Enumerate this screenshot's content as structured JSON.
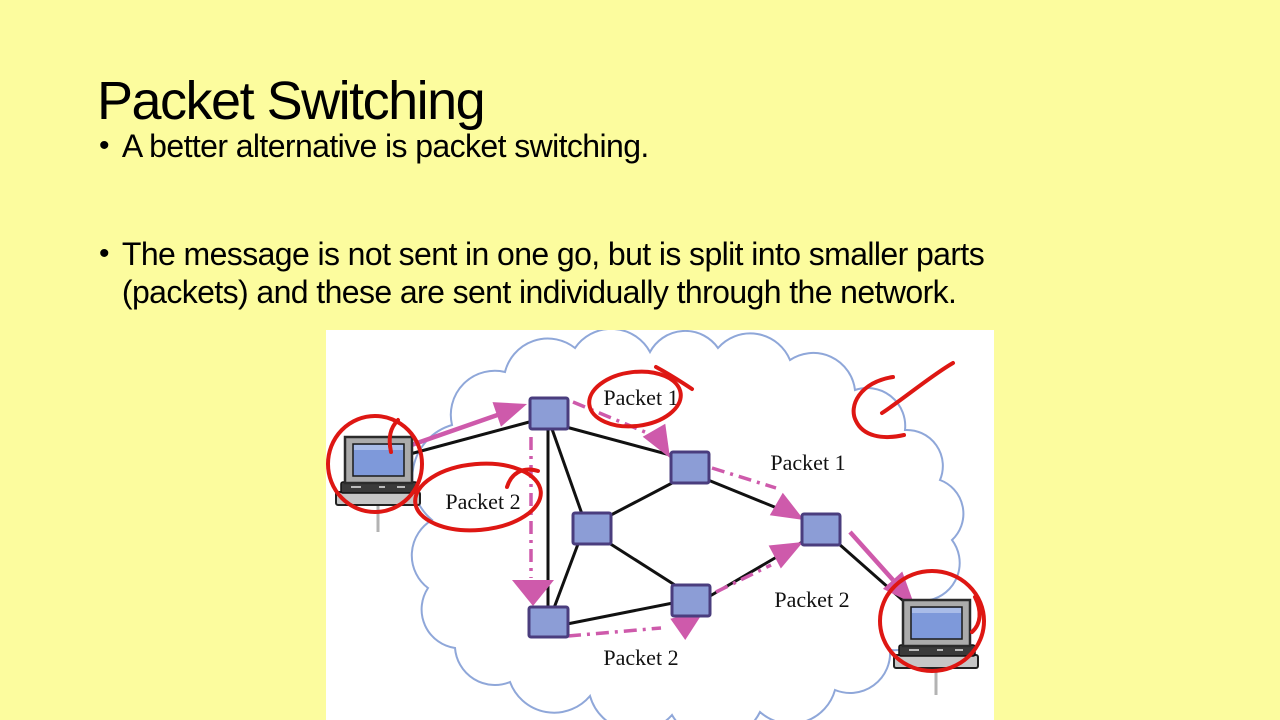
{
  "slide": {
    "title": "Packet Switching",
    "bullets": [
      {
        "text": "A better alternative is packet switching."
      },
      {
        "text": "The message is not sent in one go, but is split into smaller parts\n(packets) and these are sent individually through the network."
      }
    ]
  },
  "diagram": {
    "description": "Packet switching network diagram: two computers connected through a cloud of six router nodes; packet 1 and packet 2 take different routes; red pen annotations circle the computers and packet labels",
    "labels": {
      "packet1_top": "Packet 1",
      "packet1_right": "Packet 1",
      "packet2_left": "Packet 2",
      "packet2_bottom": "Packet 2",
      "packet2_right": "Packet 2"
    }
  },
  "colors": {
    "slide_background": "#FCFC9E",
    "diagram_background": "#FFFFFF",
    "node_fill": "#8C9DD6",
    "node_border": "#4A3D7E",
    "network_link": "#111111",
    "packet_path_pink": "#CE5AAB",
    "cloud_outline": "#8FA7D9",
    "pen_annotation_red": "#DE1713",
    "computer_screen_blue": "#7E99DA"
  }
}
